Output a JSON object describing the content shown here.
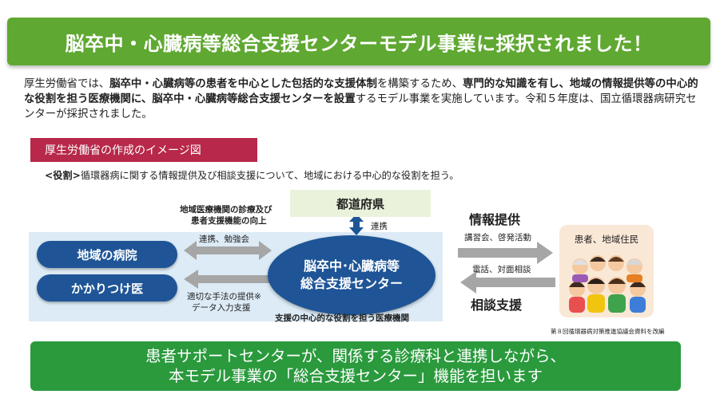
{
  "banner": {
    "title": "脳卒中・心臓病等総合支援センターモデル事業に採択されました！"
  },
  "intro": {
    "p1": "厚生労働省では、",
    "b1": "脳卒中・心臓病等の患者を中心とした包括的な支援体制",
    "p2": "を構築するため、",
    "b2": "専門的な知識を有し、地域の情報提供等の中心的な役割を担う医療機関に、脳卒中・心臓病等総合支援センターを設置",
    "p3": "するモデル事業を実施しています。令和５年度は、国立循環器病研究センターが採択されました。"
  },
  "tag": {
    "label": "厚生労働省の作成のイメージ図"
  },
  "role": {
    "head": "<役割>",
    "text": "循環器病に関する情報提供及び相談支援について、地域における中心的な役割を担う。"
  },
  "diagram": {
    "regional_hospital": "地域の病院",
    "family_doctor": "かかりつけ医",
    "center_line1": "脳卒中･心臓病等",
    "center_line2": "総合支援センター",
    "center_caption": "支援の中心的な役割を担う医療機関",
    "prefecture": "都道府県",
    "prefecture_link": "連携",
    "improve_line1": "地域医療機関の診療及び",
    "improve_line2": "患者支援機能の向上",
    "coop_study": "連携、勉強会",
    "support_line1": "適切な手法の提供※",
    "support_line2": "データ入力支援",
    "info_provision": "情報提供",
    "lectures": "講習会、啓発活動",
    "phone_consult": "電話、対面相談",
    "consult_support": "相談支援",
    "residents": "患者、地域住民"
  },
  "source": "第８回循環器病対策推進協議会資料を改編",
  "bottom": {
    "line1": "患者サポートセンターが、関係する診療科と連携しながら、",
    "line2": "本モデル事業の「総合支援センター」機能を担います"
  },
  "colors": {
    "banner_green": "#5fa832",
    "tag_red": "#b7284a",
    "navy": "#1f5597",
    "arrow_gray": "#a6a6a6",
    "bottom_green": "#2a9a3d"
  }
}
